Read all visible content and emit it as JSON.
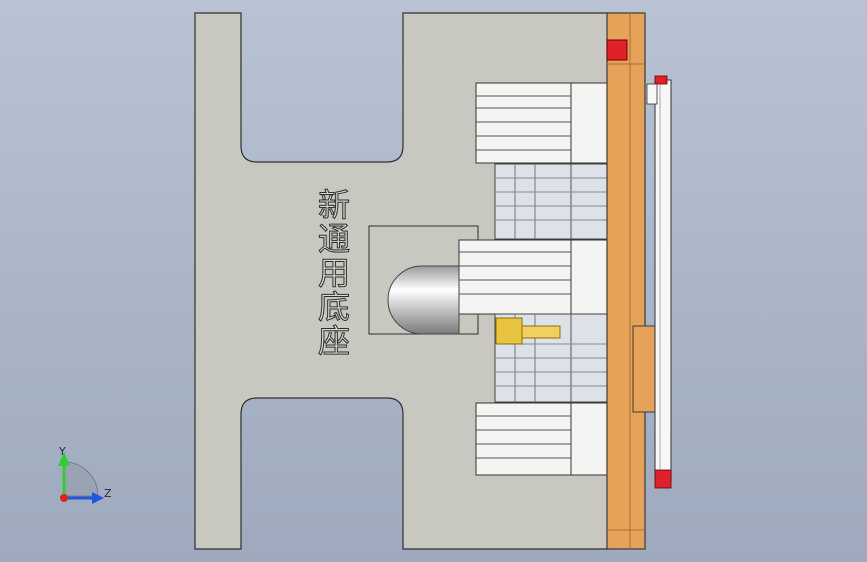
{
  "model": {
    "engraved_text": "新通用底座",
    "colors": {
      "base_plate": "#c8c7c0",
      "support_plate": "#e5a258",
      "edge": "#3a3a3a",
      "block": "#f4f4f2",
      "ejector_pin": "#e8c440",
      "red_marker": "#e0202a",
      "pillar_steel": "#d6d6d6"
    }
  },
  "triad": {
    "y_label": "Y",
    "z_label": "Z",
    "colors": {
      "y": "#33cc33",
      "z": "#2255dd",
      "x": "#dd2222"
    }
  }
}
